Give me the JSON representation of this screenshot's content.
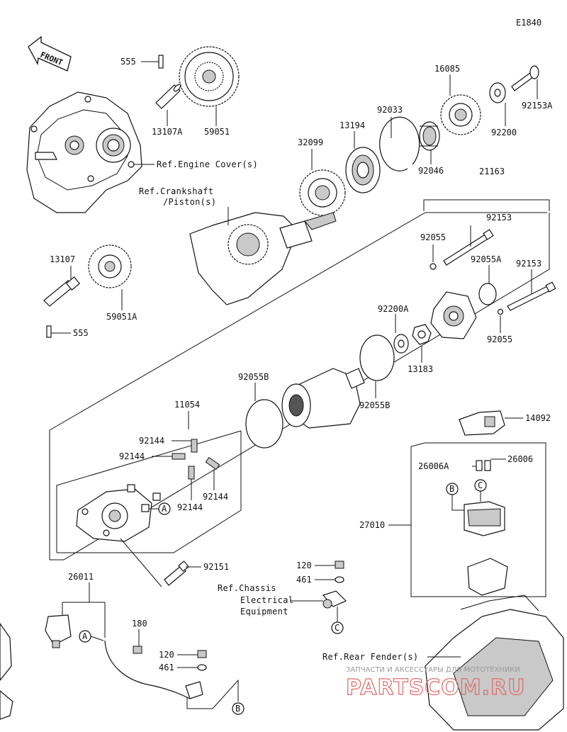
{
  "diagram_code": "E1840",
  "front_label": "FRONT",
  "parts": [
    {
      "id": "p555a",
      "label": "555"
    },
    {
      "id": "p13107A",
      "label": "13107A"
    },
    {
      "id": "p59051",
      "label": "59051"
    },
    {
      "id": "p16085",
      "label": "16085"
    },
    {
      "id": "p92153A",
      "label": "92153A"
    },
    {
      "id": "p92200",
      "label": "92200"
    },
    {
      "id": "p92033",
      "label": "92033"
    },
    {
      "id": "p13194",
      "label": "13194"
    },
    {
      "id": "p92046",
      "label": "92046"
    },
    {
      "id": "p32099",
      "label": "32099"
    },
    {
      "id": "p21163",
      "label": "21163"
    },
    {
      "id": "p92153a",
      "label": "92153"
    },
    {
      "id": "p92055a",
      "label": "92055"
    },
    {
      "id": "p92055A",
      "label": "92055A"
    },
    {
      "id": "p92153b",
      "label": "92153"
    },
    {
      "id": "p13107",
      "label": "13107"
    },
    {
      "id": "p59051A",
      "label": "59051A"
    },
    {
      "id": "p555b",
      "label": "555"
    },
    {
      "id": "p92200A",
      "label": "92200A"
    },
    {
      "id": "p92055b",
      "label": "92055"
    },
    {
      "id": "p13183",
      "label": "13183"
    },
    {
      "id": "p92055B1",
      "label": "92055B"
    },
    {
      "id": "p92055B2",
      "label": "92055B"
    },
    {
      "id": "p11054",
      "label": "11054"
    },
    {
      "id": "p92144a",
      "label": "92144"
    },
    {
      "id": "p92144b",
      "label": "92144"
    },
    {
      "id": "p92144c",
      "label": "92144"
    },
    {
      "id": "p92144d",
      "label": "92144"
    },
    {
      "id": "p92151",
      "label": "92151"
    },
    {
      "id": "p14092",
      "label": "14092"
    },
    {
      "id": "p26006A",
      "label": "26006A"
    },
    {
      "id": "p26006",
      "label": "26006"
    },
    {
      "id": "p27010",
      "label": "27010"
    },
    {
      "id": "p26011",
      "label": "26011"
    },
    {
      "id": "p180",
      "label": "180"
    },
    {
      "id": "p120a",
      "label": "120"
    },
    {
      "id": "p461a",
      "label": "461"
    },
    {
      "id": "p120b",
      "label": "120"
    },
    {
      "id": "p461b",
      "label": "461"
    }
  ],
  "references": {
    "engine_cover": "Ref.Engine Cover(s)",
    "crankshaft_line1": "Ref.Crankshaft",
    "crankshaft_line2": "/Piston(s)",
    "chassis_line1": "Ref.Chassis",
    "chassis_line2": "Electrical",
    "chassis_line3": "Equipment",
    "rear_fender": "Ref.Rear Fender(s)"
  },
  "callouts": {
    "a1": "A",
    "a2": "A",
    "b1": "B",
    "b2": "B",
    "c1": "C",
    "c2": "C"
  },
  "watermark": {
    "line1": "ЗАПЧАСТИ И АКСЕССУАРЫ ДЛЯ МОТОТЕХНИКИ",
    "line2": "PARTSCOM.RU"
  }
}
